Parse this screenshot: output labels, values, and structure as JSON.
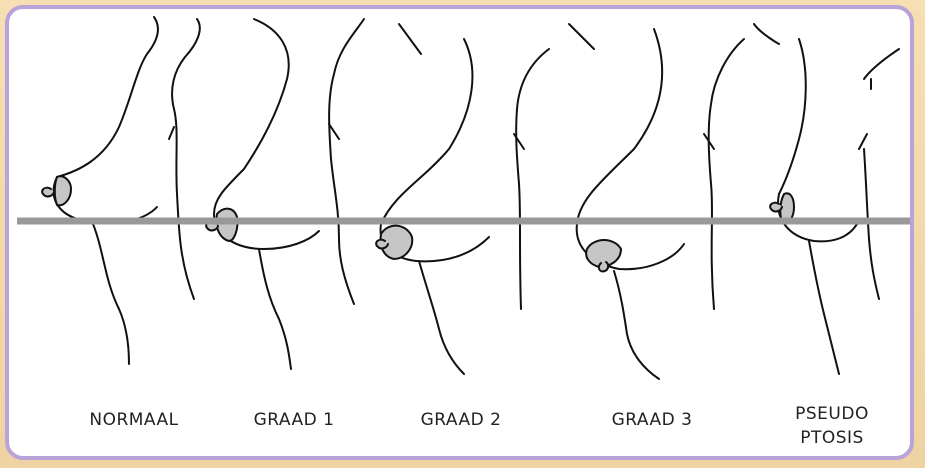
{
  "labels": {
    "normal": "NORMAAL",
    "grade1": "GRAAD 1",
    "grade2": "GRAAD 2",
    "grade3": "GRAAD 3",
    "pseudo_line1": "PSEUDO",
    "pseudo_line2": "PTOSIS"
  },
  "colors": {
    "frame_border": "#b9a3d8",
    "background_outer": "#f4ddb0",
    "reference_line": "#999999",
    "areola_fill": "#c6c6c6",
    "outline": "#111111"
  }
}
